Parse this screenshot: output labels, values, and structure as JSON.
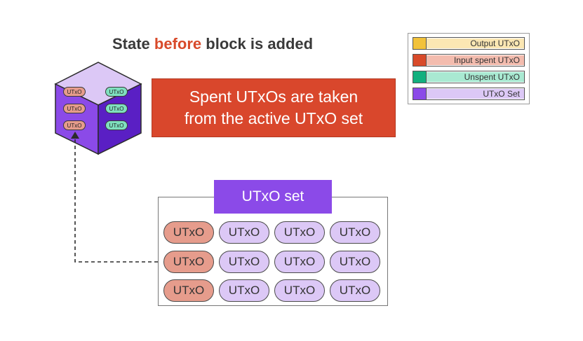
{
  "title": {
    "prefix": "State ",
    "highlight": "before",
    "suffix": " block is added"
  },
  "legend": [
    {
      "label": "Output UTxO",
      "swatch": "#f2c23a",
      "fill": "#fbe7b3"
    },
    {
      "label": "Input spent UTxO",
      "swatch": "#d84a2a",
      "fill": "#f3bcae"
    },
    {
      "label": "Unspent UTxO",
      "swatch": "#12b07e",
      "fill": "#a9e9d2"
    },
    {
      "label": "UTxO Set",
      "swatch": "#8b4ae8",
      "fill": "#dcc8f6"
    }
  ],
  "callout": {
    "line1": "Spent UTxOs are taken",
    "line2": "from the active UTxO set"
  },
  "utxo_set": {
    "header": "UTxO set",
    "rows": [
      [
        {
          "label": "UTxO",
          "state": "spent"
        },
        {
          "label": "UTxO",
          "state": "unspent"
        },
        {
          "label": "UTxO",
          "state": "unspent"
        },
        {
          "label": "UTxO",
          "state": "unspent"
        }
      ],
      [
        {
          "label": "UTxO",
          "state": "spent"
        },
        {
          "label": "UTxO",
          "state": "unspent"
        },
        {
          "label": "UTxO",
          "state": "unspent"
        },
        {
          "label": "UTxO",
          "state": "unspent"
        }
      ],
      [
        {
          "label": "UTxO",
          "state": "spent"
        },
        {
          "label": "UTxO",
          "state": "unspent"
        },
        {
          "label": "UTxO",
          "state": "unspent"
        },
        {
          "label": "UTxO",
          "state": "unspent"
        }
      ]
    ]
  },
  "cube": {
    "left": [
      {
        "label": "UTxO"
      },
      {
        "label": "UTxO"
      },
      {
        "label": "UTxO"
      }
    ],
    "right": [
      {
        "label": "UTxO"
      },
      {
        "label": "UTxO"
      },
      {
        "label": "UTxO"
      }
    ]
  },
  "colors": {
    "spent": "#e69c8c",
    "unspent_set": "#dcc8f6",
    "unspent_cube": "#7fe0bf",
    "purple": "#8b4ae8",
    "red": "#d9472c"
  }
}
